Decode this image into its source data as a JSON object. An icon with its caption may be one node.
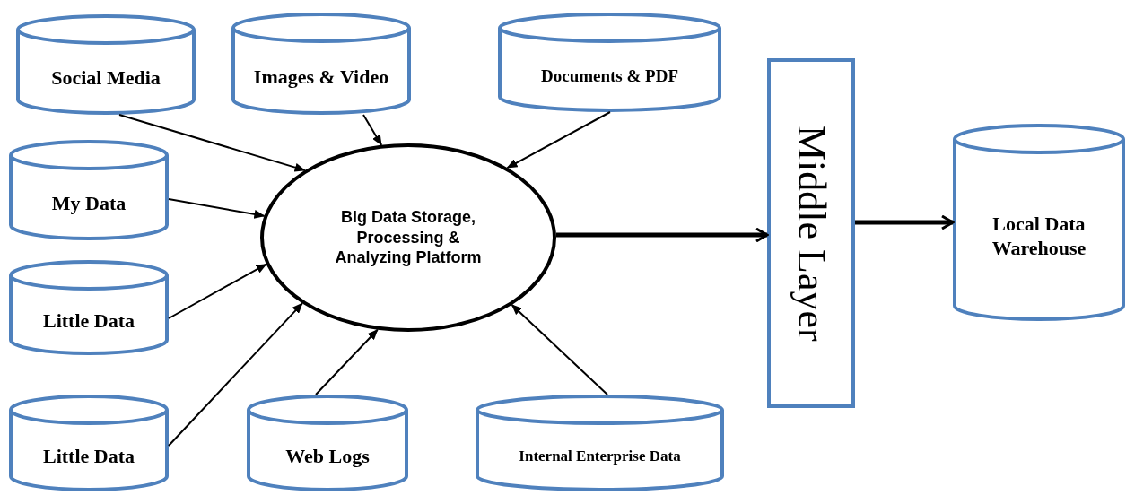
{
  "diagram": {
    "nodes": [
      {
        "text": [
          "Social Media"
        ]
      },
      {
        "text": [
          "Images & Video"
        ]
      },
      {
        "text": [
          "Documents & PDF"
        ]
      },
      {
        "text": [
          "My Data"
        ]
      },
      {
        "text": [
          "Big Data Storage, Processing & Analyzing Platform"
        ]
      },
      {
        "text": [
          "Middle Layer"
        ]
      },
      {
        "text": [
          "Local Data Warehouse"
        ]
      },
      {
        "text": [
          "Little Data"
        ]
      },
      {
        "text": [
          "Little Data"
        ]
      },
      {
        "text": [
          "Web Logs"
        ]
      },
      {
        "text": [
          "Internal Enterprise Data"
        ]
      }
    ],
    "edges": [
      {
        "from": 0,
        "to": 4,
        "arrow": "to"
      },
      {
        "from": 1,
        "to": 4,
        "arrow": "to"
      },
      {
        "from": 2,
        "to": 4,
        "arrow": "to"
      },
      {
        "from": 3,
        "to": 4,
        "arrow": "to"
      },
      {
        "from": 7,
        "to": 4,
        "arrow": "to"
      },
      {
        "from": 8,
        "to": 4,
        "arrow": "to"
      },
      {
        "from": 9,
        "to": 4,
        "arrow": "to"
      },
      {
        "from": 10,
        "to": 4,
        "arrow": "to"
      },
      {
        "from": 4,
        "to": 5,
        "arrow": "to",
        "style": "thick"
      },
      {
        "from": 5,
        "to": 6,
        "arrow": "to",
        "style": "thick"
      }
    ]
  }
}
